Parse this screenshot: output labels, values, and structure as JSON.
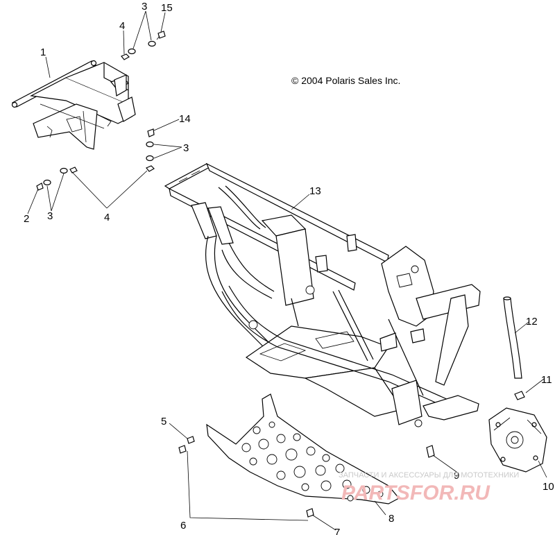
{
  "copyright": "© 2004 Polaris Sales Inc.",
  "callouts": [
    {
      "id": "c1",
      "text": "1"
    },
    {
      "id": "c2",
      "text": "2"
    },
    {
      "id": "c3a",
      "text": "3"
    },
    {
      "id": "c3b",
      "text": "3"
    },
    {
      "id": "c3c",
      "text": "3"
    },
    {
      "id": "c4a",
      "text": "4"
    },
    {
      "id": "c4b",
      "text": "4"
    },
    {
      "id": "c5",
      "text": "5"
    },
    {
      "id": "c6",
      "text": "6"
    },
    {
      "id": "c7",
      "text": "7"
    },
    {
      "id": "c8",
      "text": "8"
    },
    {
      "id": "c9",
      "text": "9"
    },
    {
      "id": "c10",
      "text": "10"
    },
    {
      "id": "c11",
      "text": "11"
    },
    {
      "id": "c12",
      "text": "12"
    },
    {
      "id": "c13",
      "text": "13"
    },
    {
      "id": "c14",
      "text": "14"
    },
    {
      "id": "c15",
      "text": "15"
    }
  ],
  "watermark": {
    "tagline": "ЗАПЧАСТИ И АКСЕССУАРЫ ДЛЯ МОТОТЕХНИКИ",
    "brand": "PARTSFOR.RU"
  }
}
